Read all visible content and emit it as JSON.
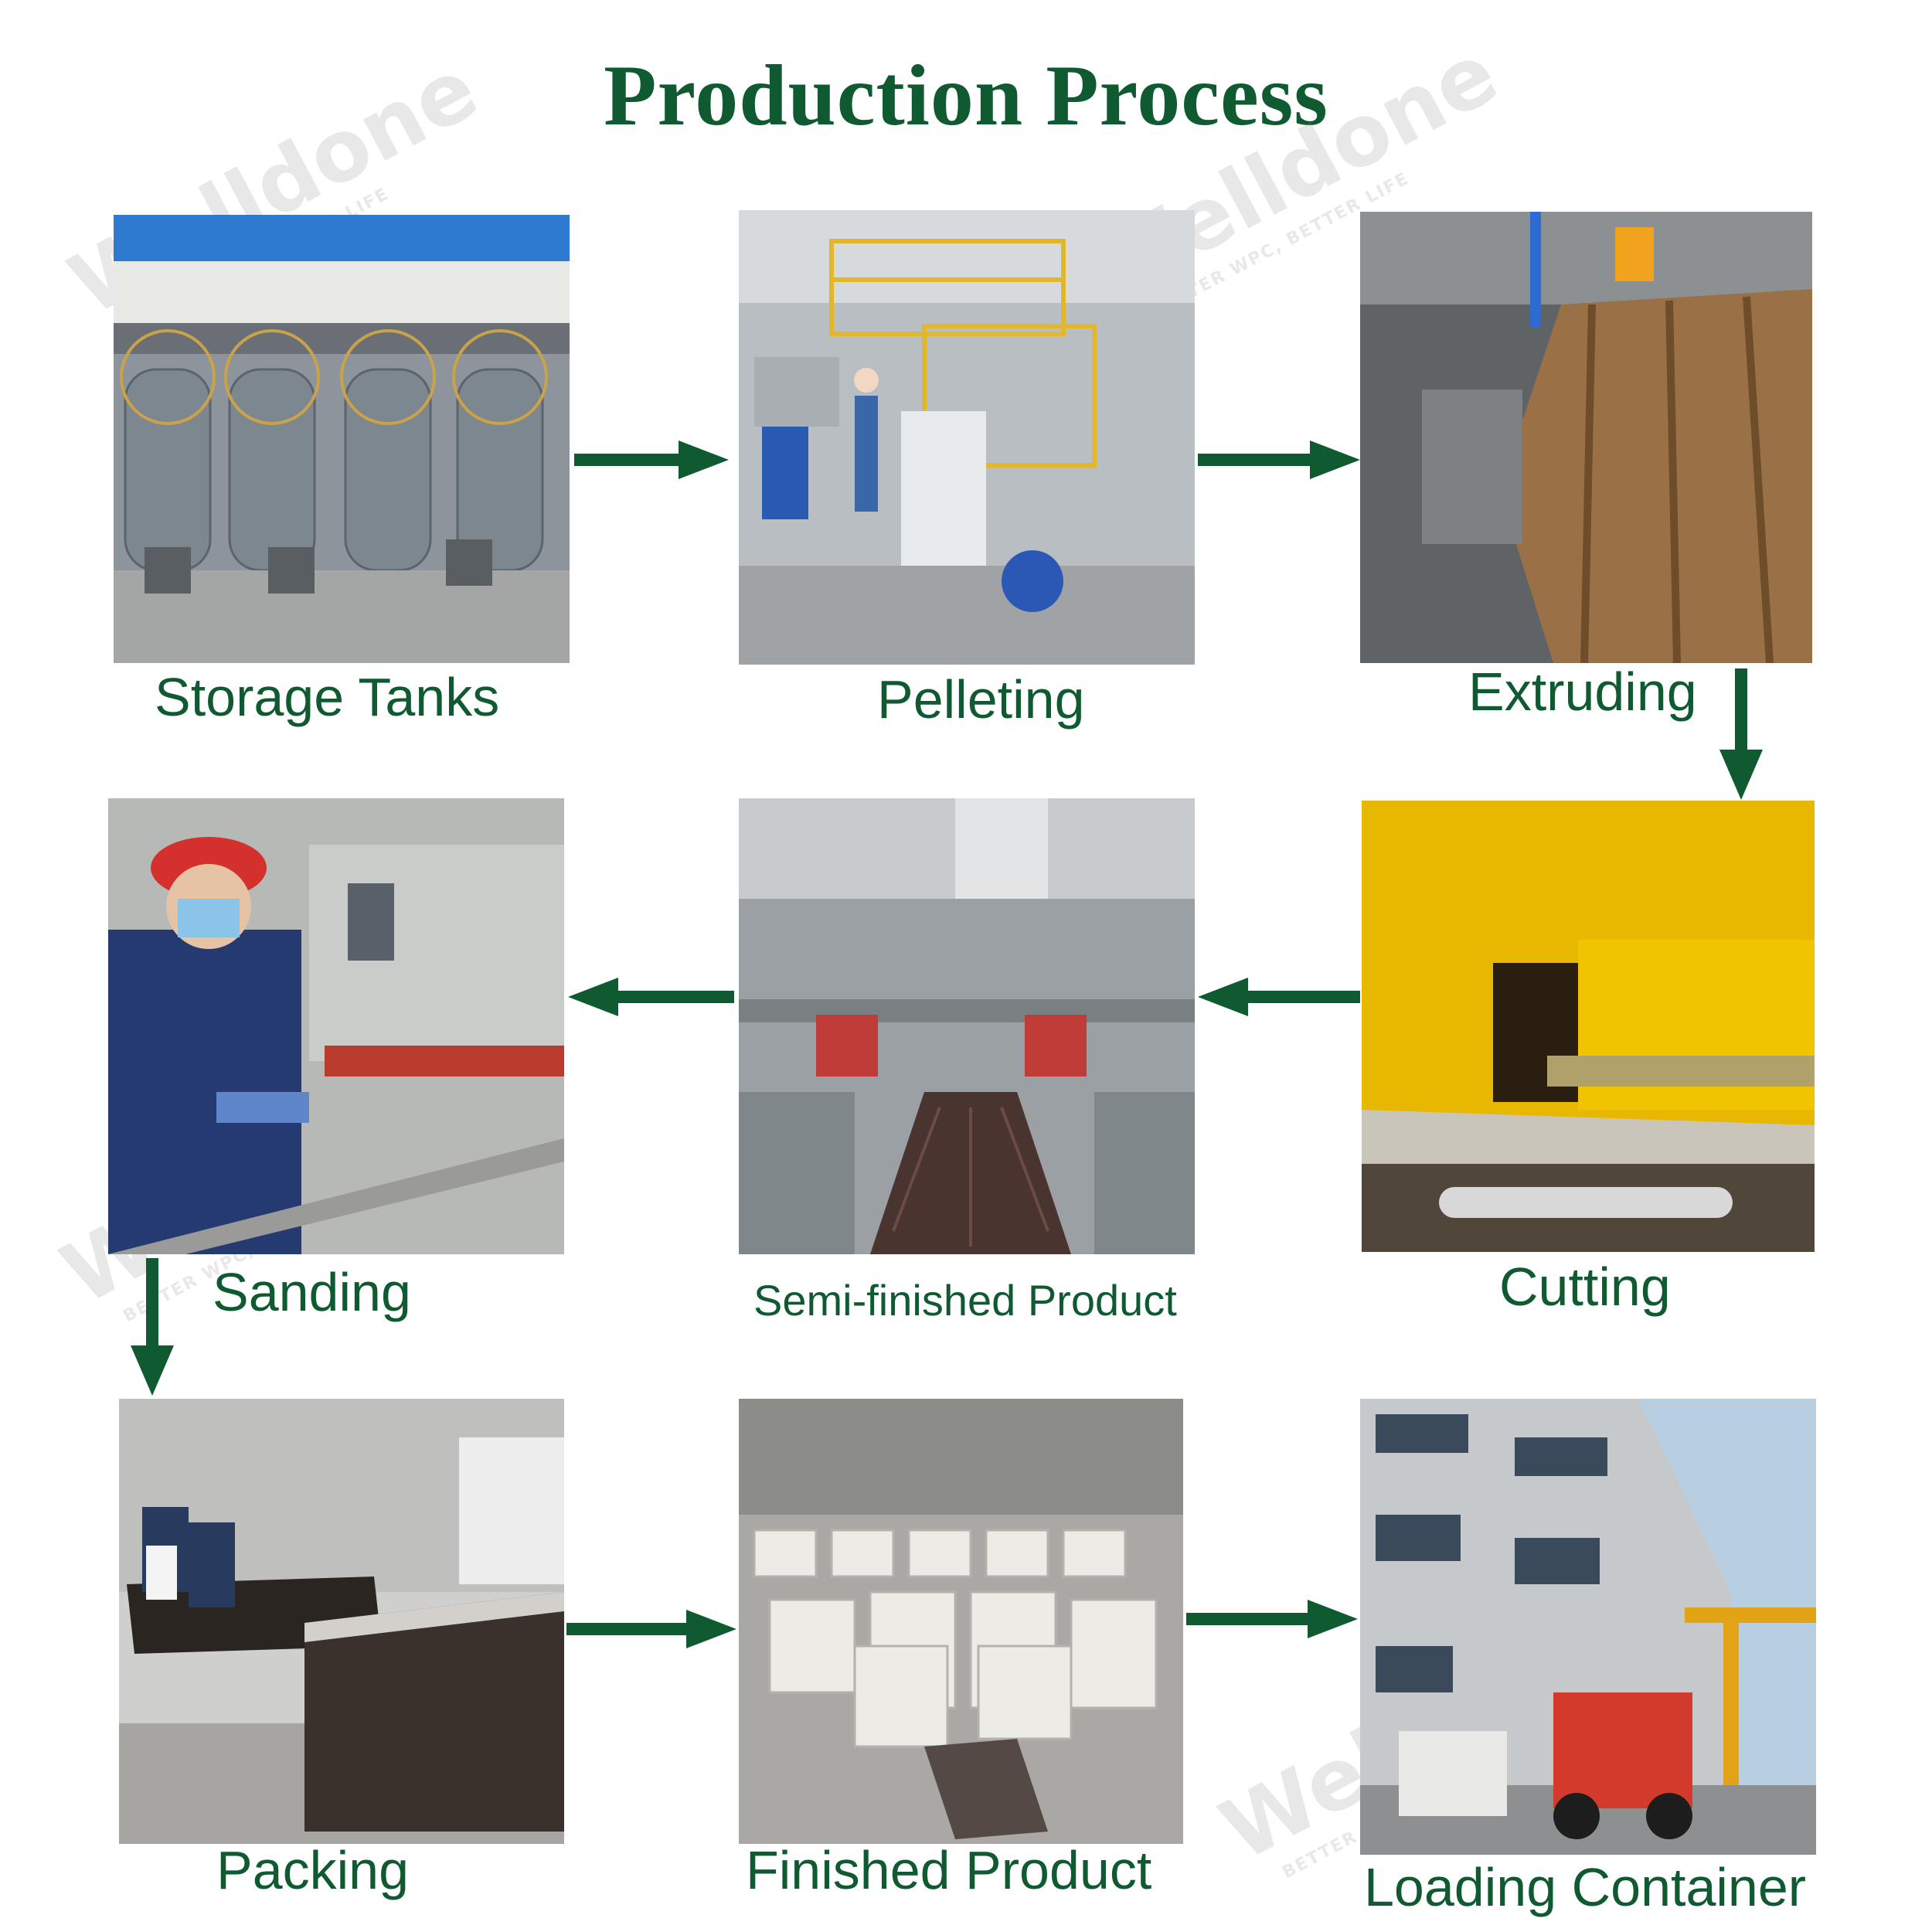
{
  "title": "Production Process",
  "steps": [
    {
      "id": "storage",
      "label": "Storage Tanks"
    },
    {
      "id": "pelleting",
      "label": "Pelleting"
    },
    {
      "id": "extruding",
      "label": "Extruding"
    },
    {
      "id": "cutting",
      "label": "Cutting"
    },
    {
      "id": "semi",
      "label": "Semi-finished Product"
    },
    {
      "id": "sanding",
      "label": "Sanding"
    },
    {
      "id": "packing",
      "label": "Packing"
    },
    {
      "id": "finished",
      "label": "Finished Product"
    },
    {
      "id": "loading",
      "label": "Loading Container"
    }
  ],
  "watermark": {
    "brand": "Welldone",
    "tagline": "BETTER WPC, BETTER LIFE"
  },
  "colors": {
    "accent": "#0f5a30",
    "arrow": "#0f5a30"
  }
}
